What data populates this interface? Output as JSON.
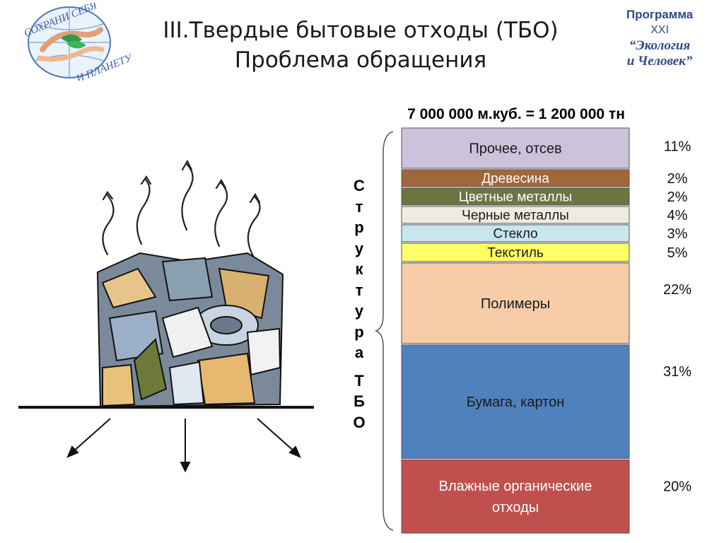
{
  "header": {
    "title_line1": "III.Твердые бытовые отходы (ТБО)",
    "title_line2": "Проблема обращения"
  },
  "logo_left": {
    "text_top": "СОХРАНИ СЕБЯ",
    "text_bottom": "И ПЛАНЕТУ"
  },
  "logo_right": {
    "line1": "Программа",
    "line2": "XXI",
    "line3": "“Экология",
    "line4": "и Человек”"
  },
  "side_label": {
    "word1": [
      "С",
      "т",
      "р",
      "у",
      "к",
      "т",
      "у",
      "р",
      "а"
    ],
    "word2": [
      "Т",
      "Б",
      "О"
    ]
  },
  "chart_data": {
    "type": "bar",
    "orientation": "stacked-vertical",
    "title": "7 000 000 м.куб. = 1 200 000 тн",
    "segments": [
      {
        "name": "Прочее, отсев",
        "label": "11%",
        "value": 11,
        "color": "#ccc2dc",
        "text_color": "#1a1a1a",
        "lines": [
          "Прочее, отсев"
        ]
      },
      {
        "name": "Древесина",
        "label": "2%",
        "value": 2,
        "color": "#a0673a",
        "text_color": "#ffffff",
        "lines": [
          "Древесина"
        ]
      },
      {
        "name": "Цветные металлы",
        "label": "2%",
        "value": 2,
        "color": "#6c7440",
        "text_color": "#ffffff",
        "lines": [
          "Цветные металлы"
        ]
      },
      {
        "name": "Черные металлы",
        "label": "4%",
        "value": 4,
        "color": "#eeece1",
        "text_color": "#1a1a1a",
        "lines": [
          "Черные металлы"
        ]
      },
      {
        "name": "Стекло",
        "label": "3%",
        "value": 3,
        "color": "#c7e6ee",
        "text_color": "#1a1a1a",
        "lines": [
          "Стекло"
        ]
      },
      {
        "name": "Текстиль",
        "label": "5%",
        "value": 5,
        "color": "#ffff66",
        "text_color": "#1a1a1a",
        "lines": [
          "Текстиль"
        ]
      },
      {
        "name": "Полимеры",
        "label": "22%",
        "value": 22,
        "color": "#f7cca8",
        "text_color": "#1a1a1a",
        "lines": [
          "Полимеры"
        ]
      },
      {
        "name": "Бумага, картон",
        "label": "31%",
        "value": 31,
        "color": "#4f81bd",
        "text_color": "#1a1a1a",
        "lines": [
          "Бумага, картон"
        ]
      },
      {
        "name": "Влажные органические отходы",
        "label": "20%",
        "value": 20,
        "color": "#c0504d",
        "text_color": "#ffffff",
        "lines": [
          "Влажные органические",
          "отходы"
        ]
      }
    ]
  }
}
